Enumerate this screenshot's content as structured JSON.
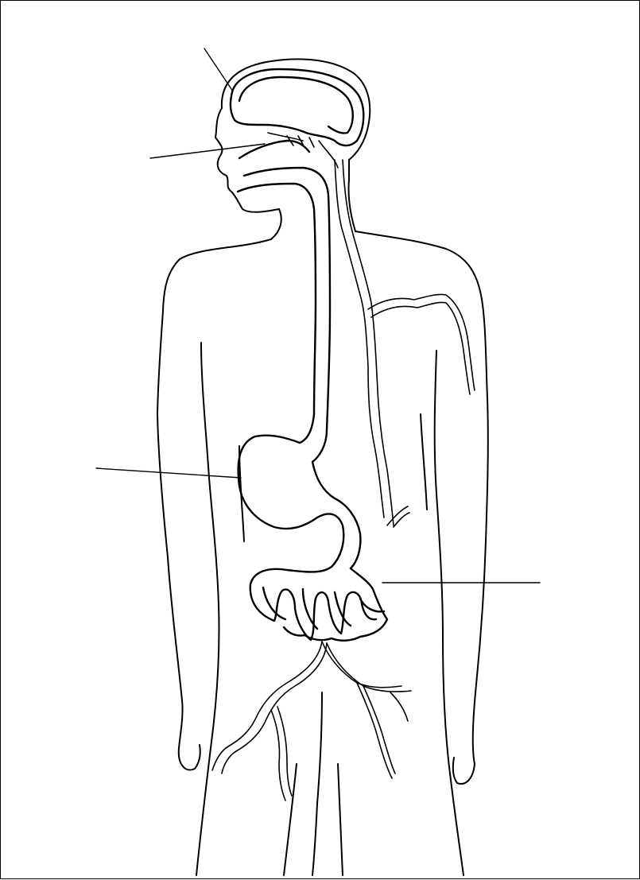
{
  "diagram": {
    "stroke_color": "#000000",
    "background_color": "#ffffff",
    "leader_lines": [
      {
        "name": "brain-leader-line",
        "label": ""
      },
      {
        "name": "nasal-leader-line",
        "label": ""
      },
      {
        "name": "stomach-leader-line",
        "label": ""
      },
      {
        "name": "intestine-leader-line",
        "label": ""
      }
    ]
  }
}
